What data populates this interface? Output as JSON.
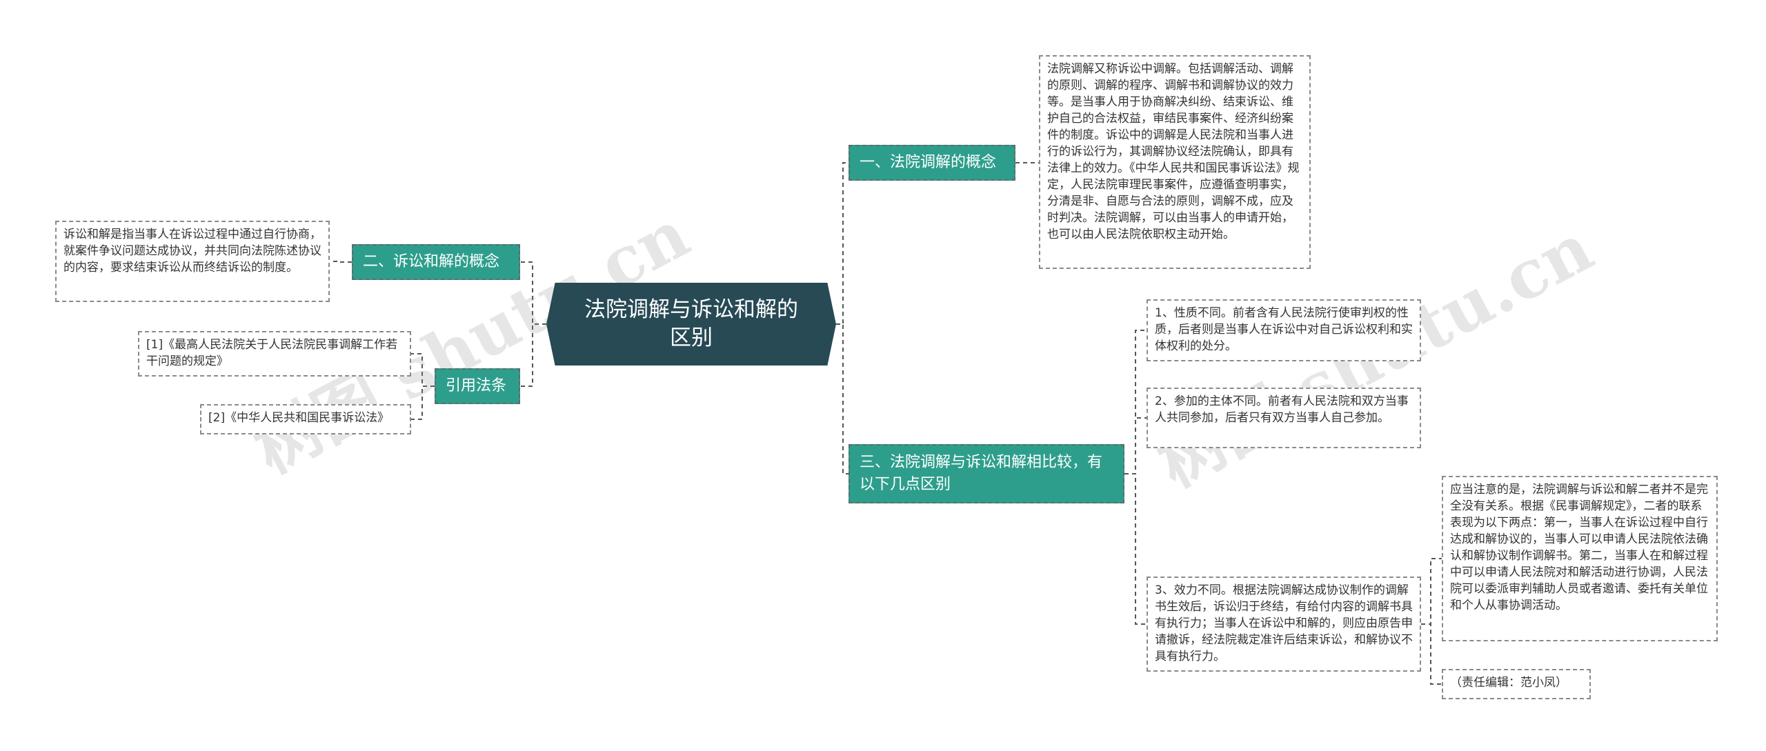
{
  "root": {
    "title": "法院调解与诉讼和解的区别"
  },
  "branches": {
    "concept_mediation": {
      "label": "一、法院调解的概念"
    },
    "concept_settlement": {
      "label": "二、诉讼和解的概念"
    },
    "citations": {
      "label": "引用法条"
    },
    "comparison": {
      "label": "三、法院调解与诉讼和解相比较，有以下几点区别"
    }
  },
  "leaves": {
    "mediation_text": "法院调解又称诉讼中调解。包括调解活动、调解的原则、调解的程序、调解书和调解协议的效力等。是当事人用于协商解决纠纷、结束诉讼、维护自己的合法权益，审结民事案件、经济纠纷案件的制度。诉讼中的调解是人民法院和当事人进行的诉讼行为，其调解协议经法院确认，即具有法律上的效力。《中华人民共和国民事诉讼法》规定，人民法院审理民事案件，应遵循查明事实，分清是非、自愿与合法的原则，调解不成，应及时判决。法院调解，可以由当事人的申请开始，也可以由人民法院依职权主动开始。",
    "settlement_text": "诉讼和解是指当事人在诉讼过程中通过自行协商，就案件争议问题达成协议，并共同向法院陈述协议的内容，要求结束诉讼从而终结诉讼的制度。",
    "citation_1": "[1]《最高人民法院关于人民法院民事调解工作若干问题的规定》",
    "citation_2": "[2]《中华人民共和国民事诉讼法》",
    "diff_1": "1、性质不同。前者含有人民法院行使审判权的性质，后者则是当事人在诉讼中对自己诉讼权利和实体权利的处分。",
    "diff_2": "2、参加的主体不同。前者有人民法院和双方当事人共同参加，后者只有双方当事人自己参加。",
    "diff_3": "3、效力不同。根据法院调解达成协议制作的调解书生效后，诉讼归于终结，有给付内容的调解书具有执行力；当事人在诉讼中和解的，则应由原告申请撤诉，经法院裁定准许后结束诉讼，和解协议不具有执行力。",
    "note": "应当注意的是，法院调解与诉讼和解二者并不是完全没有关系。根据《民事调解规定》，二者的联系表现为以下两点：第一，当事人在诉讼过程中自行达成和解协议的，当事人可以申请人民法院依法确认和解协议制作调解书。第二，当事人在和解过程中可以申请人民法院对和解活动进行协调，人民法院可以委派审判辅助人员或者邀请、委托有关单位和个人从事协调活动。",
    "editor": "（责任编辑：范小凤）"
  },
  "watermarks": [
    "树图 shutu.cn",
    "树图 shutu.cn"
  ],
  "colors": {
    "root_fill": "#274a55",
    "branch_fill": "#2e9e8c",
    "connector": "#555555",
    "leaf_border": "#8a8a8a"
  }
}
